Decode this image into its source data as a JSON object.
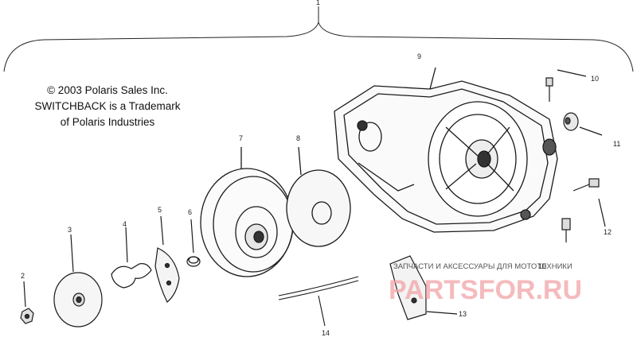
{
  "diagram": {
    "copyright_lines": [
      "© 2003 Polaris Sales Inc.",
      "SWITCHBACK is a Trademark",
      "of Polaris Industries"
    ],
    "callouts": [
      "1",
      "2",
      "3",
      "4",
      "5",
      "6",
      "7",
      "8",
      "9",
      "10",
      "11",
      "12",
      "13",
      "14",
      "10"
    ]
  },
  "watermark": {
    "caption": "ЗАПЧАСТИ И АКСЕССУАРЫ ДЛЯ МОТОТЕХНИКИ",
    "logo_text": "PARTSFOR.RU",
    "logo_color": "#f2a3a7"
  },
  "colors": {
    "line": "#1a1a1a",
    "background": "#ffffff"
  }
}
